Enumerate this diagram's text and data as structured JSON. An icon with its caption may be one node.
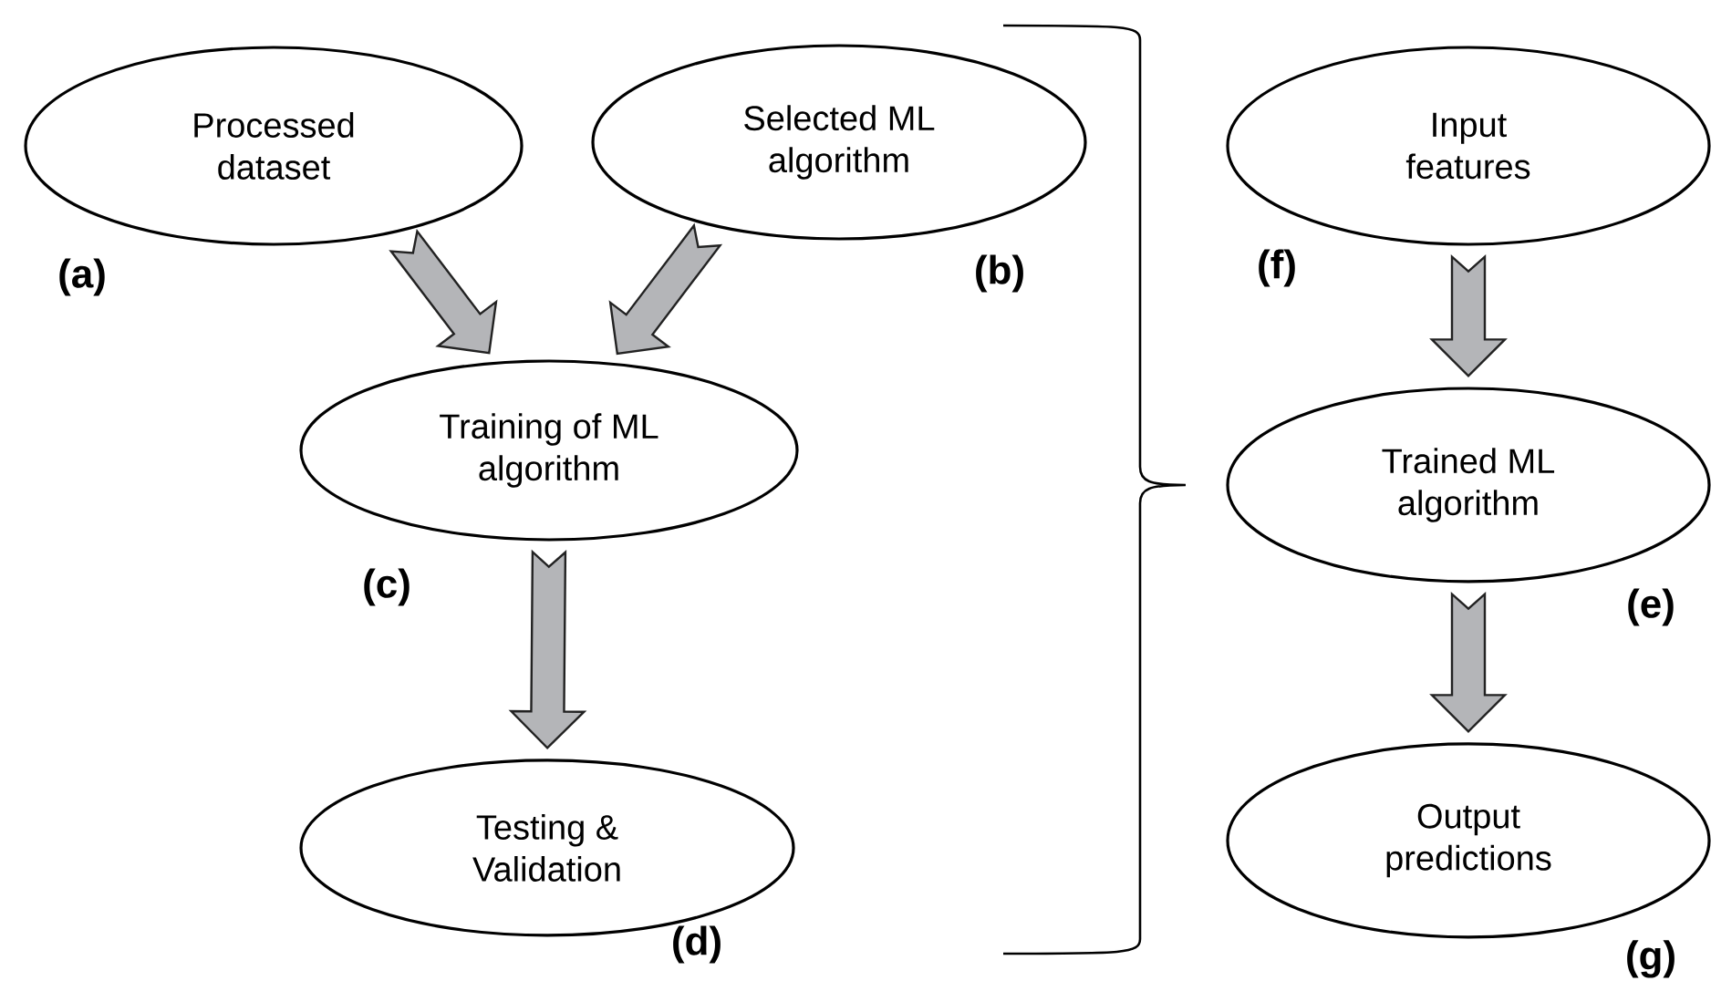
{
  "diagram": {
    "nodes": [
      {
        "text": [
          "Processed dataset"
        ],
        "beside": [
          "(a)"
        ]
      },
      {
        "text": [
          "Selected ML algorithm"
        ],
        "beside": [
          "(b)"
        ]
      },
      {
        "text": [
          "Training of ML algorithm"
        ],
        "beside": [
          "(c)"
        ]
      },
      {
        "text": [
          "Testing & Validation"
        ],
        "beside": [
          "(d)"
        ]
      },
      {
        "text": [
          "Input features"
        ],
        "beside": [
          "(f)"
        ]
      },
      {
        "text": [
          "Trained ML algorithm"
        ],
        "beside": [
          "(e)"
        ]
      },
      {
        "text": [
          "Output predictions"
        ],
        "beside": [
          "(g)"
        ]
      }
    ],
    "edges": [
      {
        "from": 0,
        "to": 2,
        "arrow": "to"
      },
      {
        "from": 1,
        "to": 2,
        "arrow": "to"
      },
      {
        "from": 2,
        "to": 3,
        "arrow": "to"
      },
      {
        "from": 4,
        "to": 5,
        "arrow": "to"
      },
      {
        "from": 5,
        "to": 6,
        "arrow": "to"
      }
    ]
  }
}
